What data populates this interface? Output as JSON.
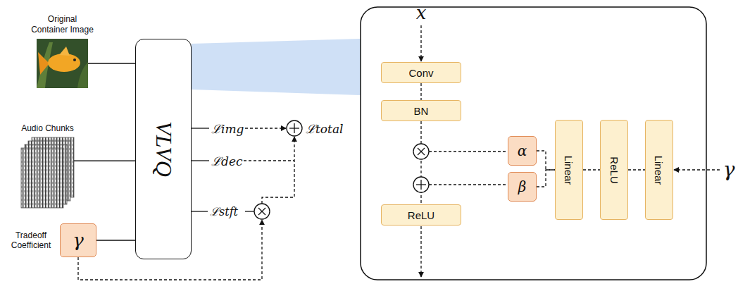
{
  "diagram": {
    "nodes": [
      {
        "text": [
          "Original Container Image"
        ]
      },
      {
        "text": [
          "Audio Chunks"
        ]
      },
      {
        "text": [
          "Tradeoff Coefficient",
          "γ"
        ]
      },
      {
        "text": [
          "VLVQ"
        ]
      },
      {
        "text": [
          "Conv"
        ]
      },
      {
        "text": [
          "BN"
        ]
      },
      {
        "text": [
          "α"
        ]
      },
      {
        "text": [
          "β"
        ]
      },
      {
        "text": [
          "ReLU"
        ]
      },
      {
        "text": [
          "Linear"
        ]
      },
      {
        "text": [
          "ReLU"
        ]
      },
      {
        "text": [
          "Linear"
        ]
      }
    ],
    "edges": [
      {
        "from": 0,
        "to": 3,
        "arrow": "none"
      },
      {
        "from": 1,
        "to": 3,
        "arrow": "none"
      },
      {
        "from": 2,
        "to": 3,
        "arrow": "none"
      },
      {
        "from": 4,
        "to": 5,
        "arrow": "none"
      },
      {
        "from": 5,
        "to": 8,
        "arrow": "none"
      },
      {
        "from": 6,
        "to": 9,
        "arrow": "none"
      },
      {
        "from": 7,
        "to": 9,
        "arrow": "none"
      },
      {
        "from": 9,
        "to": 10,
        "arrow": "none"
      },
      {
        "from": 10,
        "to": 11,
        "arrow": "none"
      }
    ],
    "labels": [
      "ℒimg",
      "ℒdec",
      "ℒstft",
      "ℒtotal",
      "x",
      "γ"
    ]
  }
}
